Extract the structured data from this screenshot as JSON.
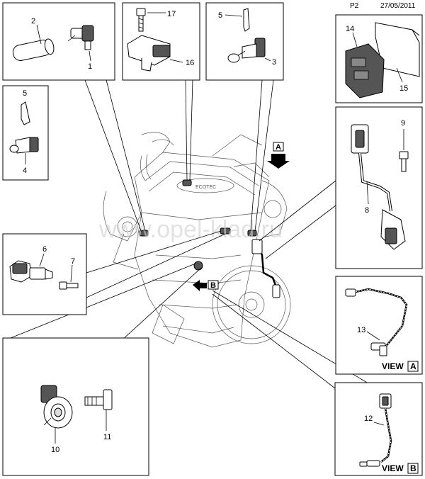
{
  "header": {
    "page_code": "P2",
    "date": "27/05/2011"
  },
  "callouts": {
    "c1": "1",
    "c2": "2",
    "c3": "3",
    "c4": "4",
    "c5a": "5",
    "c5b": "5",
    "c6": "6",
    "c7": "7",
    "c8": "8",
    "c9": "9",
    "c10": "10",
    "c11": "11",
    "c12": "12",
    "c13": "13",
    "c14": "14",
    "c15": "15",
    "c16": "16",
    "c17": "17"
  },
  "markers": {
    "a": "A",
    "b": "B"
  },
  "views": {
    "view_a": "VIEW",
    "view_a_letter": "A",
    "view_b": "VIEW",
    "view_b_letter": "B"
  },
  "engine_badge": "ECOTEC",
  "watermark": "www.opel-klad.ru"
}
